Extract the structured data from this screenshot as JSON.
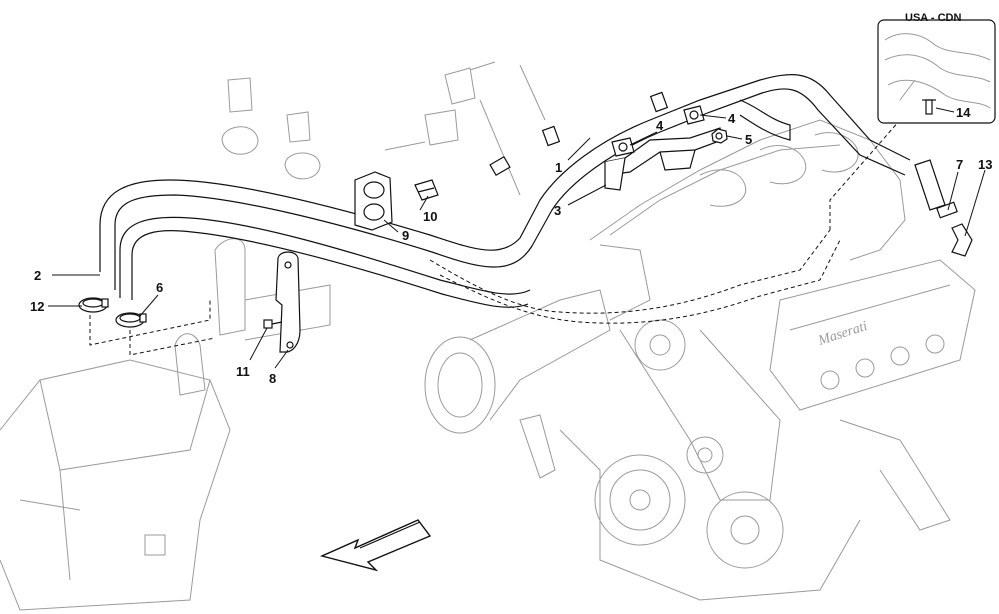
{
  "inset": {
    "label": "USA - CDN"
  },
  "callouts": {
    "c1": "1",
    "c2": "2",
    "c3": "3",
    "c4a": "4",
    "c4b": "4",
    "c5": "5",
    "c6": "6",
    "c7": "7",
    "c8": "8",
    "c9": "9",
    "c10": "10",
    "c11": "11",
    "c12": "12",
    "c13": "13",
    "c14": "14"
  },
  "colors": {
    "line_art": "#111111",
    "ghost_art": "#9a9a9a",
    "background": "#ffffff"
  }
}
